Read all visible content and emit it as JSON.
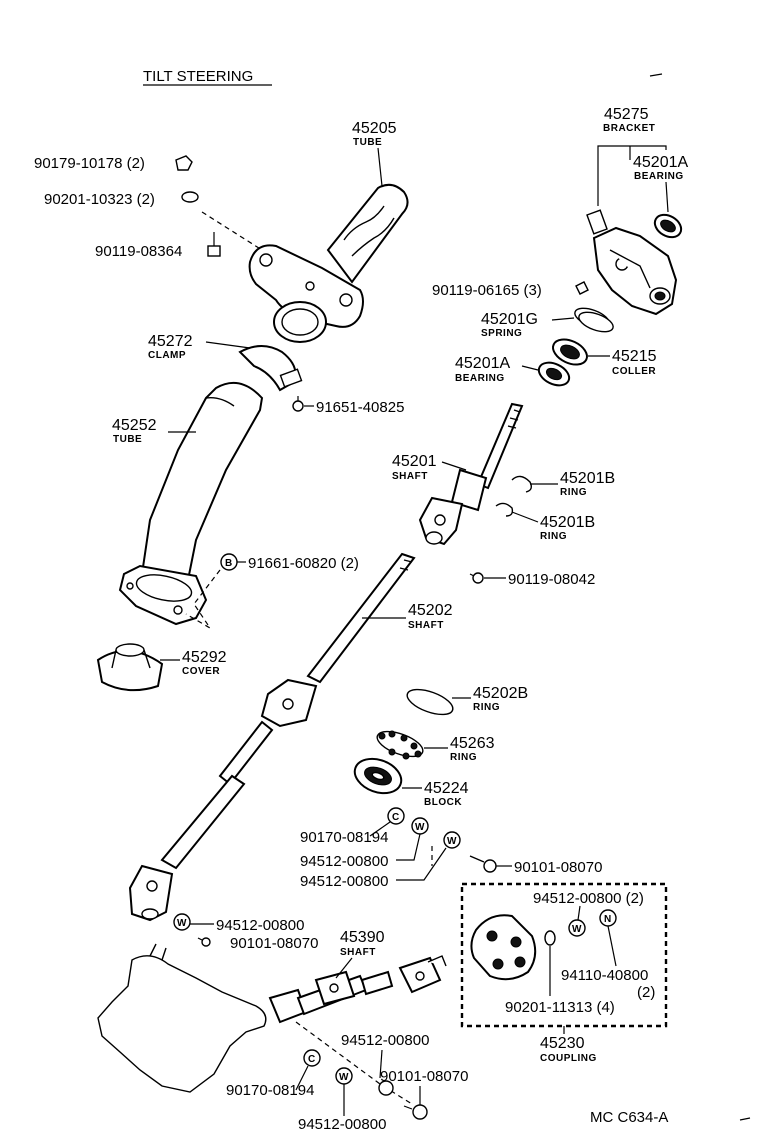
{
  "title": "TILT STEERING",
  "footer_code": "MC  C634-A",
  "parts": {
    "p45205": {
      "num": "45205",
      "desc": "TUBE"
    },
    "p90179": {
      "num": "90179-10178 (2)"
    },
    "p90201a": {
      "num": "90201-10323 (2)"
    },
    "p90119a": {
      "num": "90119-08364"
    },
    "p45275": {
      "num": "45275",
      "desc": "BRACKET"
    },
    "p45201A_top": {
      "num": "45201A",
      "desc": "BEARING"
    },
    "p90119b": {
      "num": "90119-06165 (3)"
    },
    "p45201G": {
      "num": "45201G",
      "desc": "SPRING"
    },
    "p45201A_mid": {
      "num": "45201A",
      "desc": "BEARING"
    },
    "p45215": {
      "num": "45215",
      "desc": "COLLER"
    },
    "p45272": {
      "num": "45272",
      "desc": "CLAMP"
    },
    "p91651": {
      "num": "91651-40825"
    },
    "p45252": {
      "num": "45252",
      "desc": "TUBE"
    },
    "p45201": {
      "num": "45201",
      "desc": "SHAFT"
    },
    "p45201B_a": {
      "num": "45201B",
      "desc": "RING"
    },
    "p45201B_b": {
      "num": "45201B",
      "desc": "RING"
    },
    "p91661": {
      "num": "91661-60820 (2)",
      "sym": "B"
    },
    "p90119c": {
      "num": "90119-08042"
    },
    "p45202": {
      "num": "45202",
      "desc": "SHAFT"
    },
    "p45292": {
      "num": "45292",
      "desc": "COVER"
    },
    "p45202B": {
      "num": "45202B",
      "desc": "RING"
    },
    "p45263": {
      "num": "45263",
      "desc": "RING"
    },
    "p45224": {
      "num": "45224",
      "desc": "BLOCK"
    },
    "p90170a": {
      "num": "90170-08194",
      "sym": "C"
    },
    "p94512a": {
      "num": "94512-00800",
      "sym": "W"
    },
    "p94512b": {
      "num": "94512-00800",
      "sym": "W"
    },
    "p90101a": {
      "num": "90101-08070"
    },
    "p94512c": {
      "num": "94512-00800 (2)",
      "sym": "W"
    },
    "p94110": {
      "num": "94110-40800",
      "qty": "(2)",
      "sym": "N"
    },
    "p90201b": {
      "num": "90201-11313 (4)"
    },
    "p45230": {
      "num": "45230",
      "desc": "COUPLING"
    },
    "p94512d": {
      "num": "94512-00800",
      "sym": "W"
    },
    "p90101b": {
      "num": "90101-08070"
    },
    "p45390": {
      "num": "45390",
      "desc": "SHAFT"
    },
    "p94512e": {
      "num": "94512-00800"
    },
    "p90101c": {
      "num": "90101-08070"
    },
    "p90170b": {
      "num": "90170-08194",
      "sym": "C"
    },
    "p94512f": {
      "num": "94512-00800",
      "sym": "W"
    }
  }
}
